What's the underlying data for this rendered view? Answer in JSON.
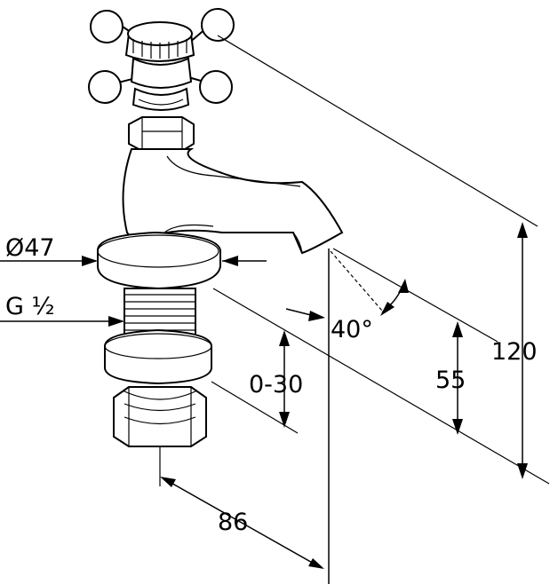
{
  "drawing": {
    "dimensions": {
      "diameter": "Ø47",
      "thread": "G ½",
      "spout_angle": "40°",
      "height_total": "120",
      "height_spout": "55",
      "deck_thickness": "0-30",
      "projection": "86"
    }
  }
}
